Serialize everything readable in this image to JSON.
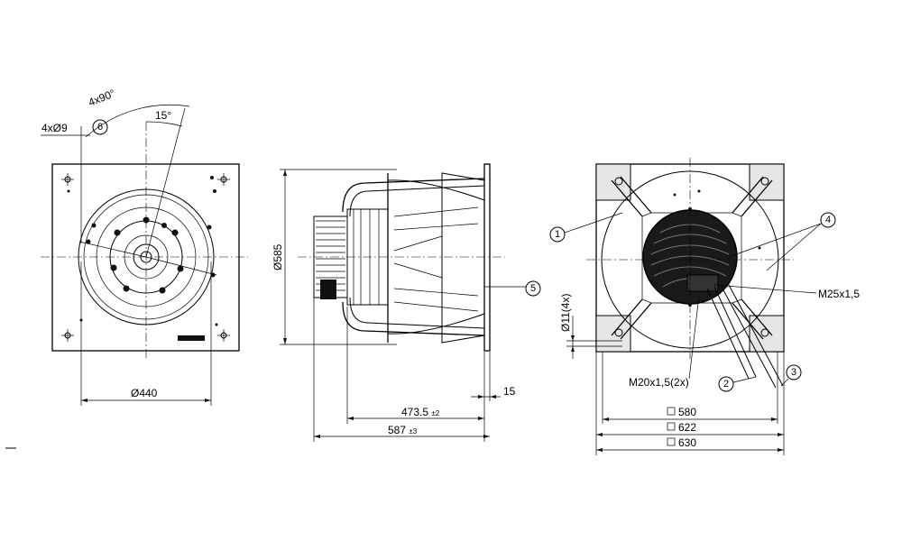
{
  "front_view": {
    "angle_4x90": "4x90°",
    "angle_15": "15°",
    "holes_4x9": "4xØ9",
    "callout_6": "6",
    "dia_440": "Ø440"
  },
  "side_view": {
    "dia_585": "Ø585",
    "callout_5": "5",
    "len_473_5": "473.5",
    "tol_473_5": "±2",
    "len_587": "587",
    "tol_587": "±3",
    "len_15": "15"
  },
  "rear_view": {
    "callout_1": "1",
    "callout_2": "2",
    "callout_3": "3",
    "callout_4": "4",
    "thread_m25": "M25x1,5",
    "thread_m20": "M20x1,5(2x)",
    "holes_11": "Ø11(4x)",
    "sq_580": "580",
    "sq_622": "622",
    "sq_630": "630"
  }
}
